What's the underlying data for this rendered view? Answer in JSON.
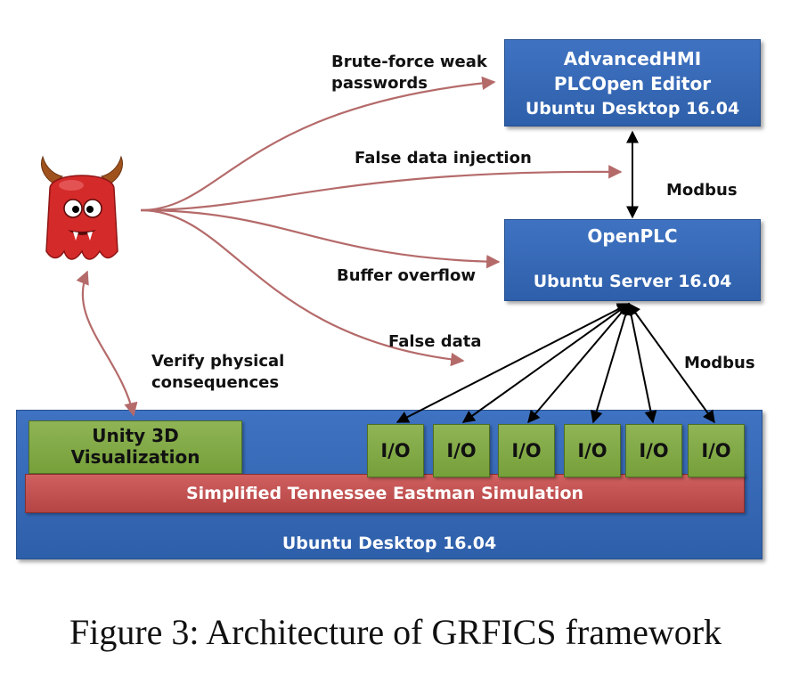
{
  "hmi_box": {
    "line1": "AdvancedHMI",
    "line2": "PLCOpen Editor",
    "line3": "Ubuntu Desktop 16.04"
  },
  "plc_box": {
    "line1": "OpenPLC",
    "line2": "Ubuntu Server 16.04"
  },
  "desktop_box": {
    "label": "Ubuntu Desktop 16.04"
  },
  "unity_box": {
    "line1": "Unity 3D",
    "line2": "Visualization"
  },
  "simulation_bar": {
    "label": "Simplified Tennessee Eastman Simulation"
  },
  "io_modules": [
    "I/O",
    "I/O",
    "I/O",
    "I/O",
    "I/O",
    "I/O"
  ],
  "attacks": {
    "brute_force_line1": "Brute-force weak",
    "brute_force_line2": "passwords",
    "false_data_injection": "False data injection",
    "buffer_overflow": "Buffer overflow",
    "false_data": "False data",
    "verify_line1": "Verify physical",
    "verify_line2": "consequences"
  },
  "protocols": {
    "modbus_top": "Modbus",
    "modbus_bottom": "Modbus"
  },
  "caption": "Figure 3: Architecture of GRFICS framework",
  "colors": {
    "box_blue": "#3a6dbb",
    "io_green": "#86ad4c",
    "sim_red": "#c45252",
    "attack_arrow": "#b56a6a",
    "monster_red": "#d42a2a"
  },
  "icons": {
    "attacker": "devil-icon"
  }
}
